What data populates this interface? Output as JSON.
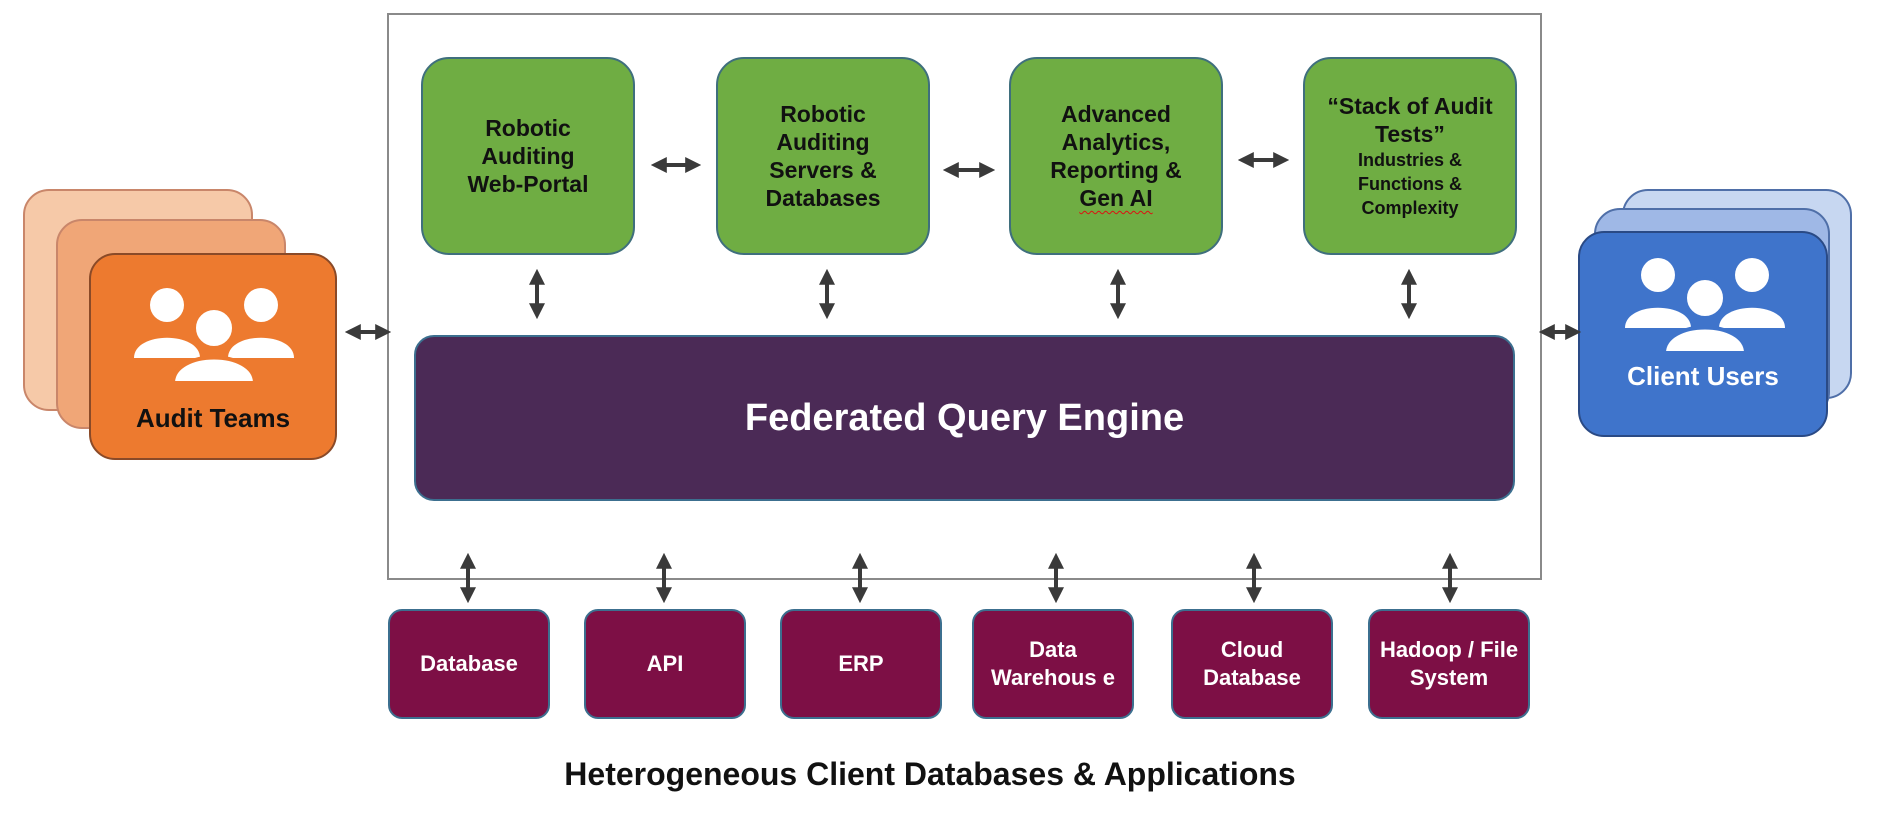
{
  "top_boxes": [
    {
      "lines": [
        "Robotic",
        "Auditing",
        "Web-Portal"
      ]
    },
    {
      "lines": [
        "Robotic",
        "Auditing",
        "Servers &",
        "Databases"
      ]
    },
    {
      "lines": [
        "Advanced",
        "Analytics,",
        "Reporting &",
        "Gen AI"
      ]
    },
    {
      "title": "“Stack of Audit Tests”",
      "subtitle": "Industries & Functions & Complexity"
    }
  ],
  "engine_label": "Federated Query Engine",
  "sources": [
    {
      "label": "Database"
    },
    {
      "label": "API"
    },
    {
      "label": "ERP"
    },
    {
      "label": "Data Warehous e"
    },
    {
      "label": "Cloud Database"
    },
    {
      "label": "Hadoop / File System"
    }
  ],
  "audit_teams": {
    "label": "Audit Teams",
    "icon": "people-group-icon",
    "color": "#ed7a2f"
  },
  "client_users": {
    "label": "Client Users",
    "icon": "people-group-icon",
    "color": "#3f74cb"
  },
  "caption": "Heterogeneous Client Databases & Applications",
  "colors": {
    "green": "#6fad43",
    "engine": "#4b2a56",
    "source": "#7d0f45",
    "arrow": "#3a3a3a"
  }
}
